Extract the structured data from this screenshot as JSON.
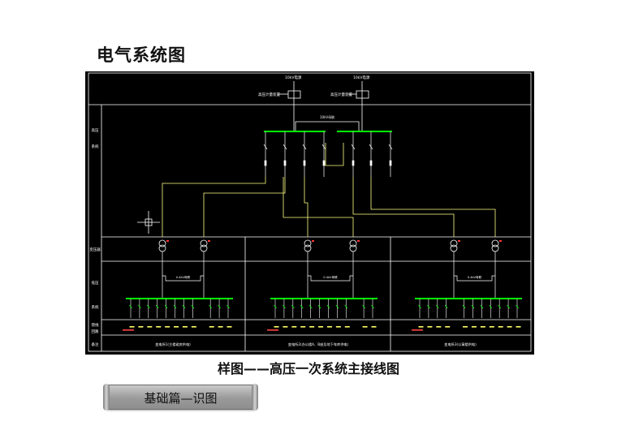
{
  "page": {
    "title": "电气系统图"
  },
  "diagram": {
    "sources": [
      {
        "label": "10kV电源",
        "meter": "高压计量装置"
      },
      {
        "label": "10kV电源",
        "meter": "高压计量装置"
      }
    ],
    "busbar_tie_label": "10kV母联",
    "row_labels": {
      "hv_system": [
        "高压",
        "系统"
      ],
      "transformer": "变压器",
      "lv_system": [
        "低压",
        "系统"
      ],
      "feeders": [
        "馈线",
        "回路"
      ],
      "remarks": "备注"
    },
    "substation_tie_label": "0.4kV母联",
    "substations": [
      {
        "name": "变电所1(主楼裙房供电)"
      },
      {
        "name": "变电所2(办公楼A、B座及地下车库供电)"
      },
      {
        "name": "变电所3(公寓楼供电)"
      }
    ],
    "colors": {
      "background": "#000000",
      "busbar": "#00ff00",
      "line": "#ffffff",
      "feeder": "#ffff66",
      "device": "#ff0000",
      "text": "#ffffff"
    }
  },
  "caption": "样图——高压一次系统主接线图",
  "nav_button": {
    "label": "基础篇—识图"
  }
}
